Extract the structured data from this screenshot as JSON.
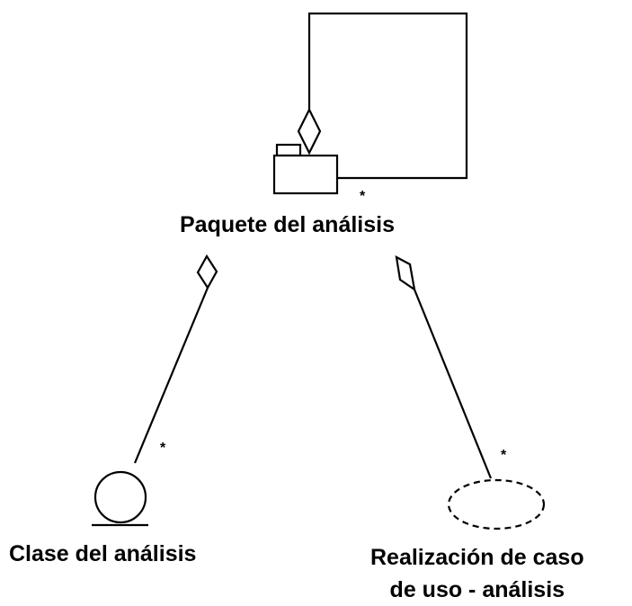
{
  "package": {
    "label": "Paquete del análisis",
    "self_multiplicity": "*"
  },
  "class": {
    "label": "Clase del análisis",
    "multiplicity": "*"
  },
  "realization": {
    "label_line1": "Realización de caso",
    "label_line2": "de uso - análisis",
    "multiplicity": "*"
  }
}
